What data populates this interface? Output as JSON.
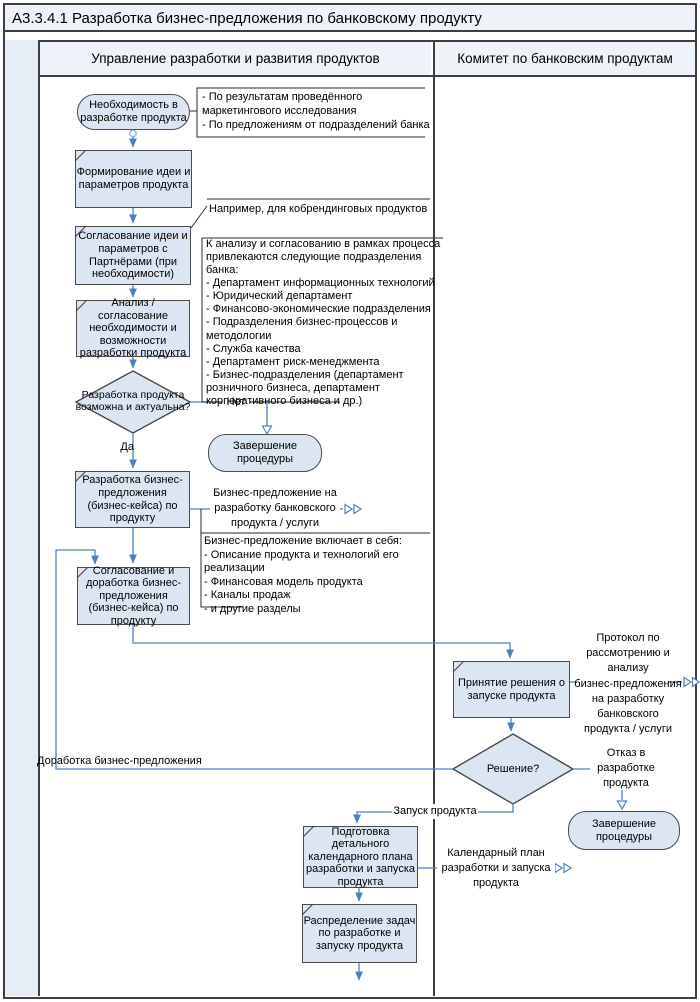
{
  "title": "А3.3.4.1 Разработка бизнес-предложения по банковскому продукту",
  "lanes": {
    "lane1": "Управление разработки и развития продуктов",
    "lane2": "Комитет по банковским продуктам"
  },
  "nodes": {
    "start": "Необходимость в разработке продукта",
    "proc_idea": "Формирование идеи и параметров продукта",
    "proc_partner": "Согласование идеи и параметров с Партнёрами (при необходимости)",
    "proc_analysis": "Анализ / согласование необходимости и возможности разработки продукта",
    "dec_feasible": "Разработка продукта возможна и актуальна?",
    "end_proc_1": "Завершение процедуры",
    "proc_bizcase": "Разработка бизнес-предложения (бизнес-кейса) по продукту",
    "proc_approve": "Согласование и доработка бизнес-предложения (бизнес-кейса) по продукту",
    "proc_launch_decision": "Принятие решения о запуске продукта",
    "dec_decision": "Решение?",
    "end_proc_2": "Завершение процедуры",
    "proc_plan": "Подготовка детального календарного плана разработки и запуска продукта",
    "proc_tasks": "Распределение задач по разработке и запуску продукта"
  },
  "edge_labels": {
    "no": "Нет",
    "yes": "Да",
    "rework": "Доработка бизнес-предложения",
    "launch": "Запуск продукта",
    "reject": "Отказ в\nразработке\nпродукта"
  },
  "outputs": {
    "business_proposal": "Бизнес-предложение на\nразработку банковского\nпродукта / услуги",
    "protocol": "Протокол по\nрассмотрению и\nанализу\nбизнес-предложения\nна разработку\nбанковского\nпродукта / услуги",
    "calendar_plan": "Календарный план\nразработки и запуска\nпродукта"
  },
  "annotations": {
    "a1": "- По результатам проведённого\nмаркетингового исследования\n- По предложениям от подразделений банка",
    "a2": "Например, для кобрендинговых продуктов",
    "a3": "К анализу и согласованию в рамках процесса\nпривлекаются следующие подразделения банка:\n- Департамент информационных технологий\n- Юридический департамент\n- Финансово-экономические подразделения\n- Подразделения бизнес-процессов и\nметодологии\n- Служба качества\n- Департамент риск-менеджмента\n- Бизнес-подразделения (департамент\nрозничного бизнеса, департамент\nкорпоративного бизнеса и др.)",
    "a4": "Бизнес-предложение включает в себя:\n- Описание продукта и технологий его реализации\n- Финансовая модель продукта\n- Каналы продаж\n- и другие разделы"
  },
  "icons": {
    "output_connector": "double open triangle ▷▷",
    "start_connector": "small open circle"
  },
  "colors": {
    "connector_blue": "#4f81bd",
    "shape_fill": "#dce6f2",
    "shape_border": "#4b4b4b",
    "lane_header_fill": "#eef2f9",
    "side_column_fill": "#e7edf6",
    "grid_line": "#3f3f3f"
  }
}
